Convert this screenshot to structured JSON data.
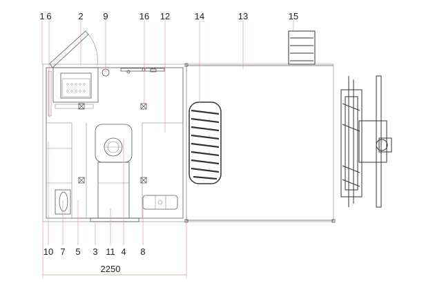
{
  "diagram": {
    "top_labels": [
      "1",
      "6",
      "2",
      "9",
      "16",
      "12",
      "14",
      "13",
      "15"
    ],
    "bottom_labels": [
      "10",
      "7",
      "5",
      "3",
      "11",
      "4",
      "8"
    ],
    "dimension": "2250",
    "colors": {
      "line": "#555555",
      "leader": "#d99a9a",
      "text": "#222222"
    }
  }
}
